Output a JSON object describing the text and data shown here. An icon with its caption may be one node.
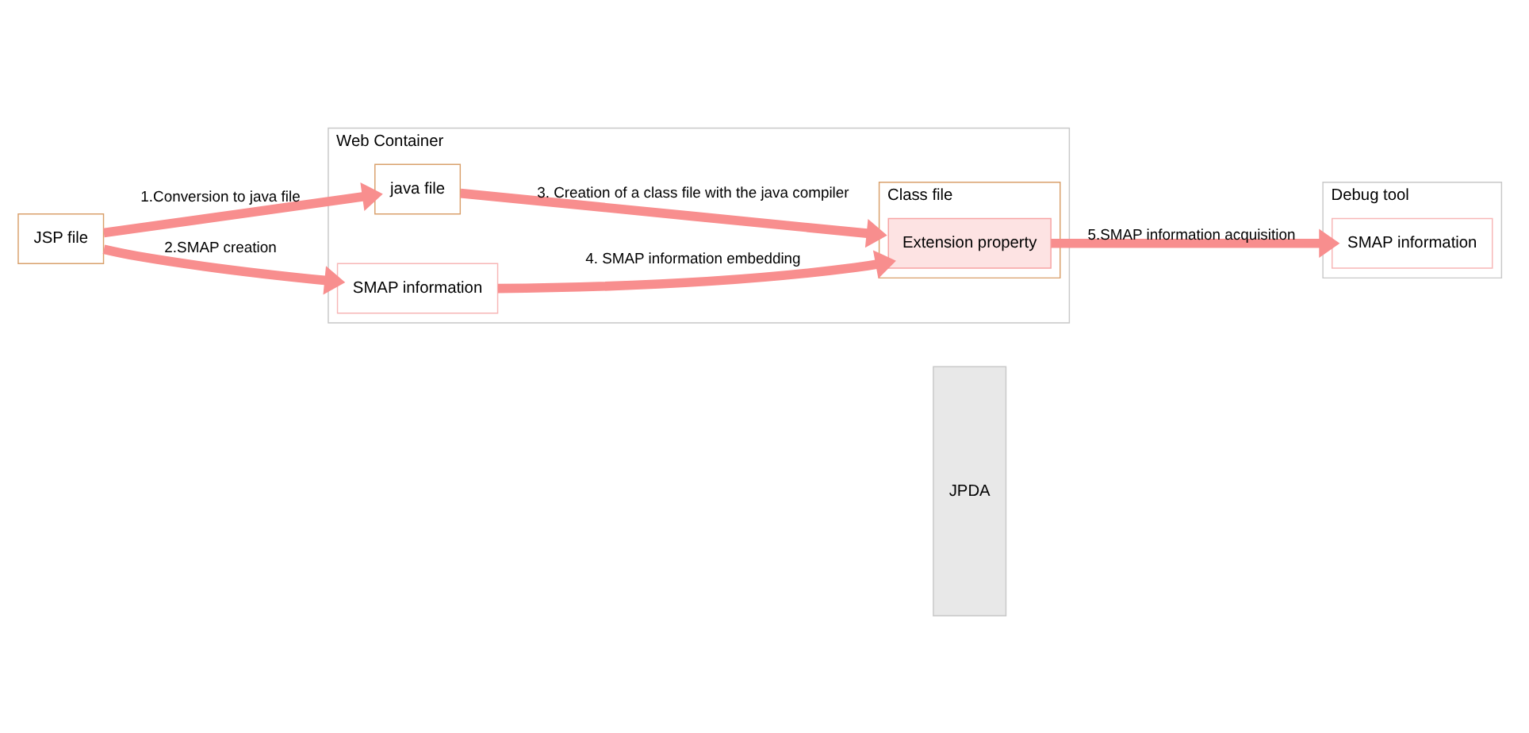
{
  "diagram": {
    "nodes": [
      {
        "text": [
          "JSP file"
        ]
      },
      {
        "text": [
          "Web Container"
        ]
      },
      {
        "text": [
          "java file"
        ],
        "in": 1
      },
      {
        "text": [
          "SMAP information"
        ],
        "in": 1
      },
      {
        "text": [
          "Class file"
        ],
        "in": 1
      },
      {
        "text": [
          "Extension property"
        ],
        "in": 4
      },
      {
        "text": [
          "JPDA"
        ]
      },
      {
        "text": [
          "Debug tool"
        ]
      },
      {
        "text": [
          "SMAP information"
        ],
        "in": 7
      }
    ],
    "edges": [
      {
        "from": 0,
        "to": 2,
        "arrow": "to",
        "label": "1.Conversion to java file"
      },
      {
        "from": 0,
        "to": 3,
        "arrow": "to",
        "label": "2.SMAP creation"
      },
      {
        "from": 2,
        "to": 4,
        "arrow": "to",
        "label": "3. Creation of a class file with the java compiler"
      },
      {
        "from": 3,
        "to": 5,
        "arrow": "to",
        "label": "4. SMAP information embedding"
      },
      {
        "from": 5,
        "to": 8,
        "arrow": "to",
        "label": "5.SMAP information acquisition"
      }
    ]
  }
}
